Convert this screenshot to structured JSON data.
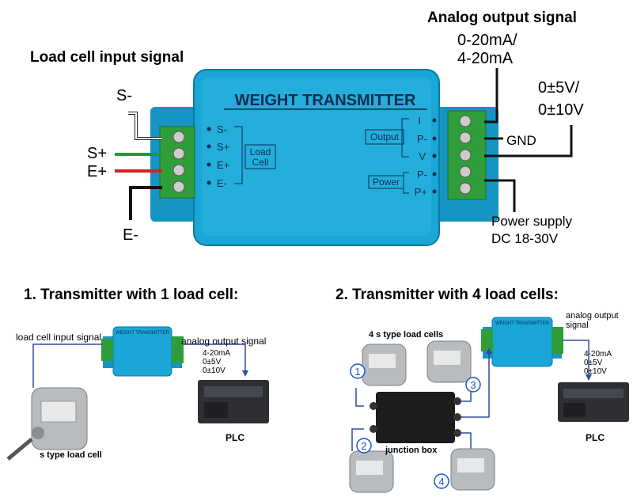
{
  "top": {
    "input_title": "Load cell input signal",
    "output_title": "Analog output signal",
    "device_title": "WEIGHT TRANSMITTER",
    "wires": {
      "s_minus": "S-",
      "s_plus": "S+",
      "e_plus": "E+",
      "e_minus": "E-"
    },
    "left_pins": [
      "S-",
      "S+",
      "E+",
      "E-"
    ],
    "load_cell_box": [
      "Load",
      "Cell"
    ],
    "right_pins": [
      "I",
      "P-",
      "V",
      "P-",
      "P+"
    ],
    "output_box": "Output",
    "power_box": "Power",
    "current_out": [
      "0-20mA/",
      "4-20mA"
    ],
    "voltage_out": [
      "0±5V/",
      "0±10V"
    ],
    "gnd": "GND",
    "power_supply": [
      "Power supply",
      "DC 18-30V"
    ]
  },
  "diagram1": {
    "title": "1. Transmitter with 1 load cell:",
    "input_label": "load cell input signal",
    "output_label": "analog output signal",
    "device_title": "WEIGHT TRANSMITTER",
    "specs": [
      "4-20mA",
      "0±5V",
      "0±10V"
    ],
    "plc": "PLC",
    "sensor": "s type load cell"
  },
  "diagram2": {
    "title": "2. Transmitter with 4 load cells:",
    "cells_label": "4 s type load cells",
    "output_label": [
      "analog output",
      "signal"
    ],
    "device_title": "WEIGHT TRANSMITTER",
    "specs": [
      "4-20mA",
      "0±5V",
      "0±10V"
    ],
    "plc": "PLC",
    "junction": "junction box",
    "numbers": [
      "1",
      "2",
      "3",
      "4"
    ]
  },
  "colors": {
    "device_blue": "#1aa6d6",
    "terminal_green": "#2f9e3a",
    "wire_green": "#1f9a35",
    "wire_red": "#d62020",
    "number_blue": "#1c55c8"
  }
}
